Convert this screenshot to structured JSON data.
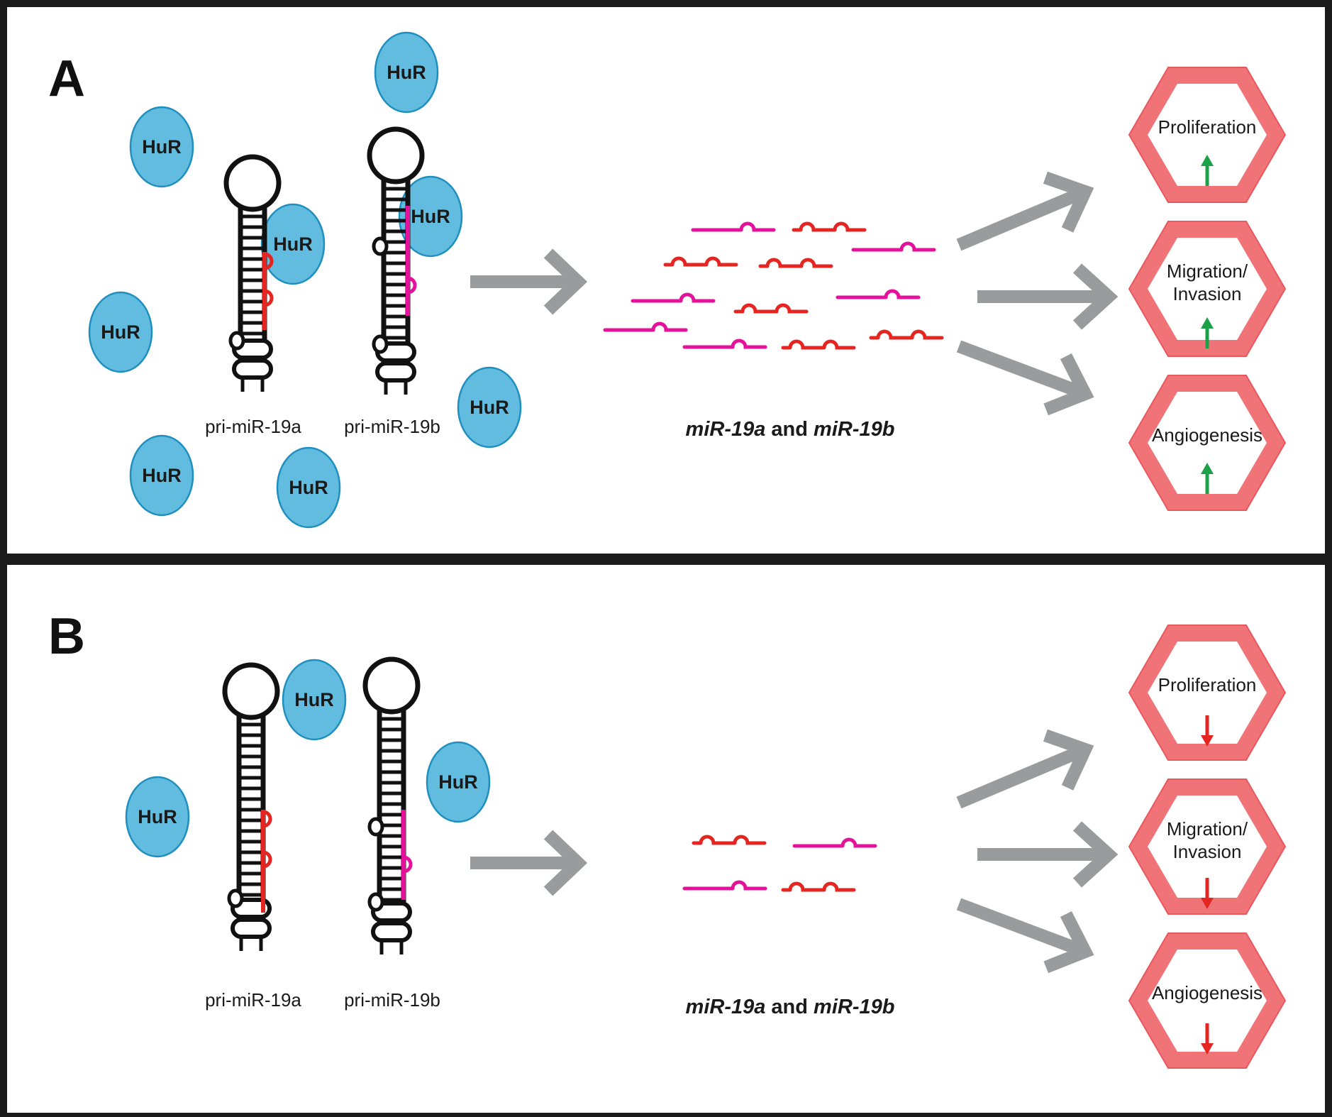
{
  "colors": {
    "hur_fill": "#62bcdf",
    "hur_stroke": "#1f8fbf",
    "hexagon": "#f07378",
    "flow_arrow": "#9a9b9d",
    "mir19a_strand": "#e52522",
    "mir19b_strand": "#e4119b",
    "arrow_up": "#1aa14a",
    "arrow_down": "#e52522",
    "frame": "#1b1b1b"
  },
  "protein_label": "HuR",
  "panels": [
    {
      "letter": "A",
      "pri_labels": [
        "pri-miR-19a",
        "pri-miR-19b"
      ],
      "mirna_caption": {
        "mir_a": "miR-19a",
        "conj": " and ",
        "mir_b": "miR-19b"
      },
      "outcomes": [
        {
          "lines": [
            "Proliferation"
          ],
          "direction": "up"
        },
        {
          "lines": [
            "Migration/",
            "Invasion"
          ],
          "direction": "up"
        },
        {
          "lines": [
            "Angiogenesis"
          ],
          "direction": "up"
        }
      ]
    },
    {
      "letter": "B",
      "pri_labels": [
        "pri-miR-19a",
        "pri-miR-19b"
      ],
      "mirna_caption": {
        "mir_a": "miR-19a",
        "conj": " and ",
        "mir_b": "miR-19b"
      },
      "outcomes": [
        {
          "lines": [
            "Proliferation"
          ],
          "direction": "down"
        },
        {
          "lines": [
            "Migration/",
            "Invasion"
          ],
          "direction": "down"
        },
        {
          "lines": [
            "Angiogenesis"
          ],
          "direction": "down"
        }
      ]
    }
  ]
}
